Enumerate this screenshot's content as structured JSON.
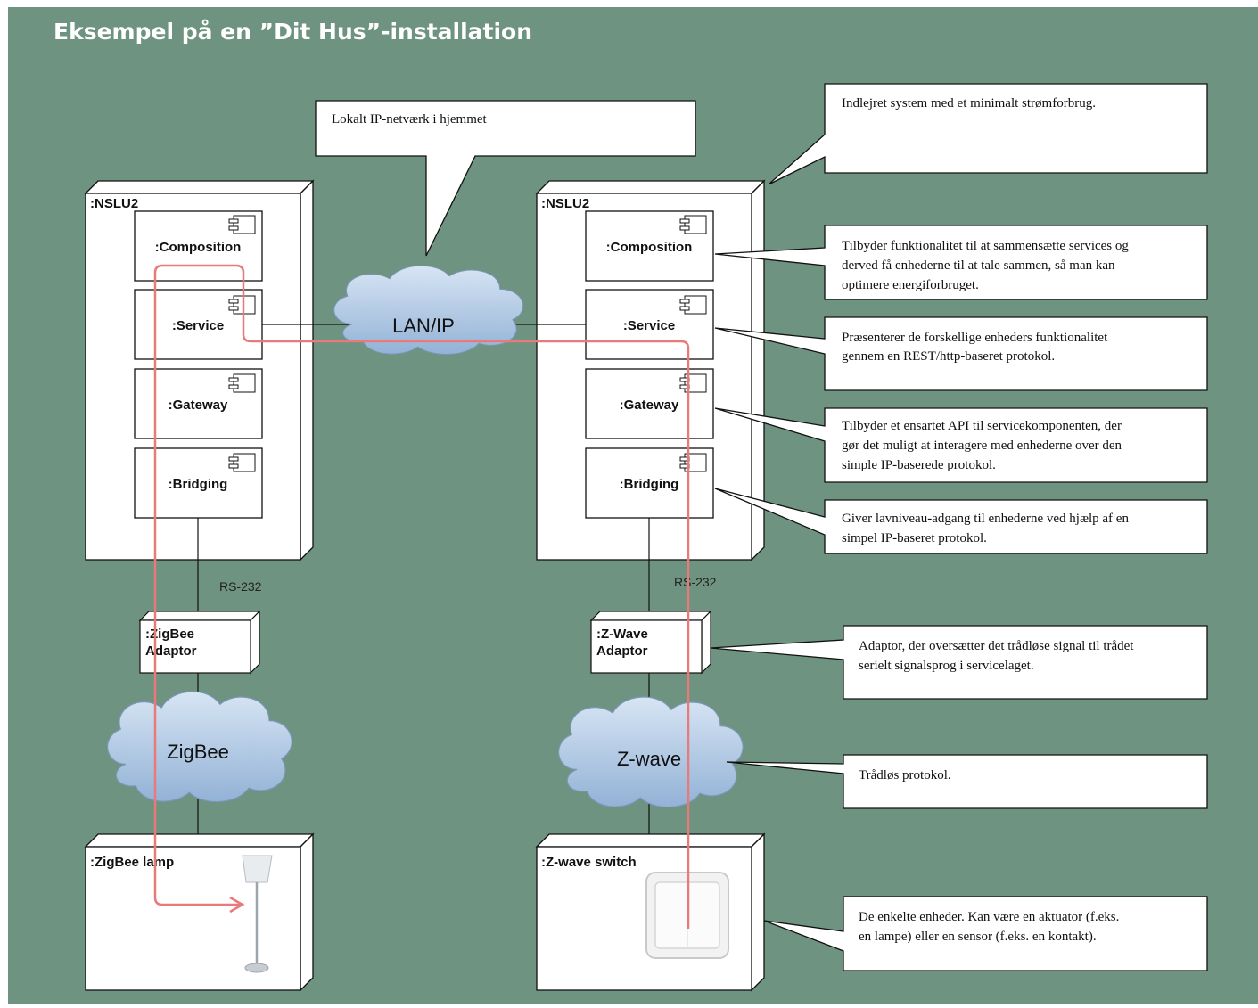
{
  "title": "Eksempel på en ”Dit Hus”-installation",
  "colors": {
    "background": "#6e9380",
    "cloud": "#aec6e3",
    "flow": "#e87a7a"
  },
  "nodes": {
    "left": {
      "label": ":NSLU2",
      "components": [
        ":Composition",
        ":Service",
        ":Gateway",
        ":Bridging"
      ]
    },
    "right": {
      "label": ":NSLU2",
      "components": [
        ":Composition",
        ":Service",
        ":Gateway",
        ":Bridging"
      ]
    }
  },
  "links": {
    "rs232_left": "RS-232",
    "rs232_right": "RS-232"
  },
  "adaptors": {
    "zigbee": [
      ":ZigBee",
      "Adaptor"
    ],
    "zwave": [
      ":Z-Wave",
      "Adaptor"
    ]
  },
  "clouds": {
    "lan": "LAN/IP",
    "zigbee": "ZigBee",
    "zwave": "Z-wave"
  },
  "devices": {
    "lamp": ":ZigBee lamp",
    "switch": ":Z-wave switch"
  },
  "notes": {
    "lan": [
      "Lokalt IP-netværk i hjemmet"
    ],
    "embedded": [
      "Indlejret system med et minimalt strømforbrug."
    ],
    "composition": [
      "Tilbyder funktionalitet til at sammensætte services og",
      "derved få enhederne til at tale sammen, så man kan",
      "optimere energiforbruget."
    ],
    "service": [
      "Præsenterer de forskellige enheders funktionalitet",
      "gennem en REST/http-baseret protokol."
    ],
    "gateway": [
      "Tilbyder et ensartet API til servicekomponenten, der",
      "gør det muligt at interagere med enhederne over den",
      "simple IP-baserede protokol."
    ],
    "bridging": [
      "Giver lavniveau-adgang til enhederne ved hjælp af en",
      "simpel IP-baseret protokol."
    ],
    "adaptor": [
      "Adaptor, der oversætter det trådløse signal til trådet",
      "serielt signalsprog i servicelaget."
    ],
    "wireless": [
      "Trådløs protokol."
    ],
    "devices": [
      "De enkelte enheder. Kan være en aktuator (f.eks.",
      "en lampe) eller en sensor (f.eks. en kontakt)."
    ]
  }
}
